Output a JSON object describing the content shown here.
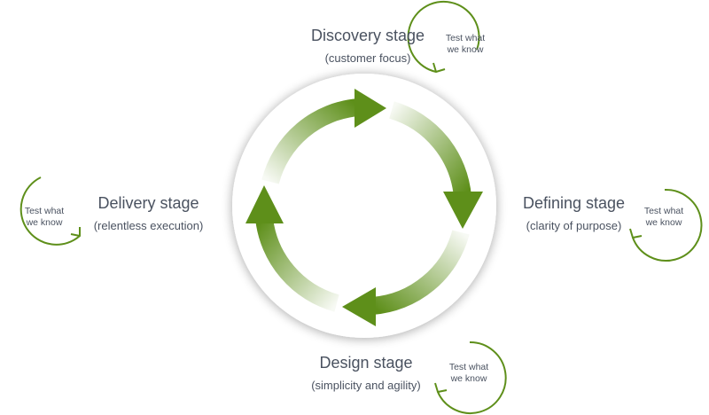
{
  "colors": {
    "accent": "#5e8f1a",
    "accent_dark": "#4f7d12",
    "text": "#4a5260",
    "circle_bg": "#ffffff"
  },
  "center_cycle": {
    "icon": "cycle-arrows-icon"
  },
  "stages": {
    "discovery": {
      "title": "Discovery stage",
      "subtitle": "(customer focus)"
    },
    "defining": {
      "title": "Defining stage",
      "subtitle": "(clarity of purpose)"
    },
    "design": {
      "title": "Design stage",
      "subtitle": "(simplicity and agility)"
    },
    "delivery": {
      "title": "Delivery stage",
      "subtitle": "(relentless execution)"
    }
  },
  "loops": {
    "discovery": {
      "line1": "Test what",
      "line2": "we know",
      "icon": "loop-arrow-icon"
    },
    "defining": {
      "line1": "Test what",
      "line2": "we know",
      "icon": "loop-arrow-icon"
    },
    "design": {
      "line1": "Test what",
      "line2": "we know",
      "icon": "loop-arrow-icon"
    },
    "delivery": {
      "line1": "Test what",
      "line2": "we know",
      "icon": "loop-arrow-icon"
    }
  }
}
